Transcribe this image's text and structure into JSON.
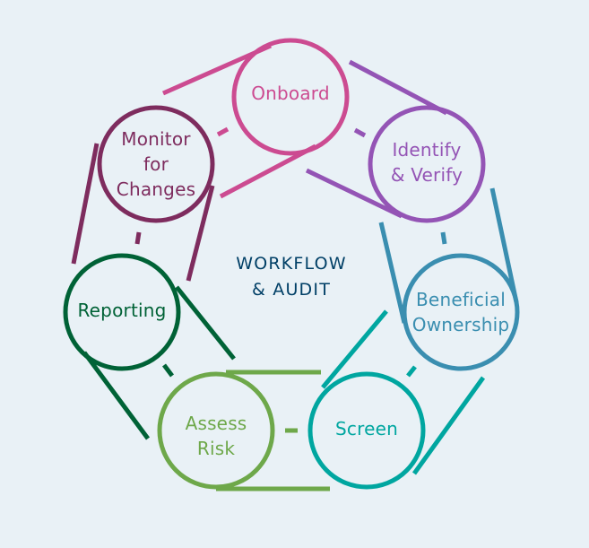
{
  "center": {
    "line1": "WORKFLOW",
    "line2": "& AUDIT"
  },
  "nodes": [
    {
      "id": "onboard",
      "lines": [
        "Onboard"
      ],
      "color": "#cc4b91"
    },
    {
      "id": "identify",
      "lines": [
        "Identify",
        "& Verify"
      ],
      "color": "#9454b5"
    },
    {
      "id": "beneficial",
      "lines": [
        "Beneficial",
        "Ownership"
      ],
      "color": "#3a8eb0"
    },
    {
      "id": "screen",
      "lines": [
        "Screen"
      ],
      "color": "#00a6a0"
    },
    {
      "id": "assess",
      "lines": [
        "Assess",
        "Risk"
      ],
      "color": "#6ea84a"
    },
    {
      "id": "reporting",
      "lines": [
        "Reporting"
      ],
      "color": "#006236"
    },
    {
      "id": "monitor",
      "lines": [
        "Monitor",
        "for",
        "Changes"
      ],
      "color": "#7e2c5e"
    }
  ]
}
